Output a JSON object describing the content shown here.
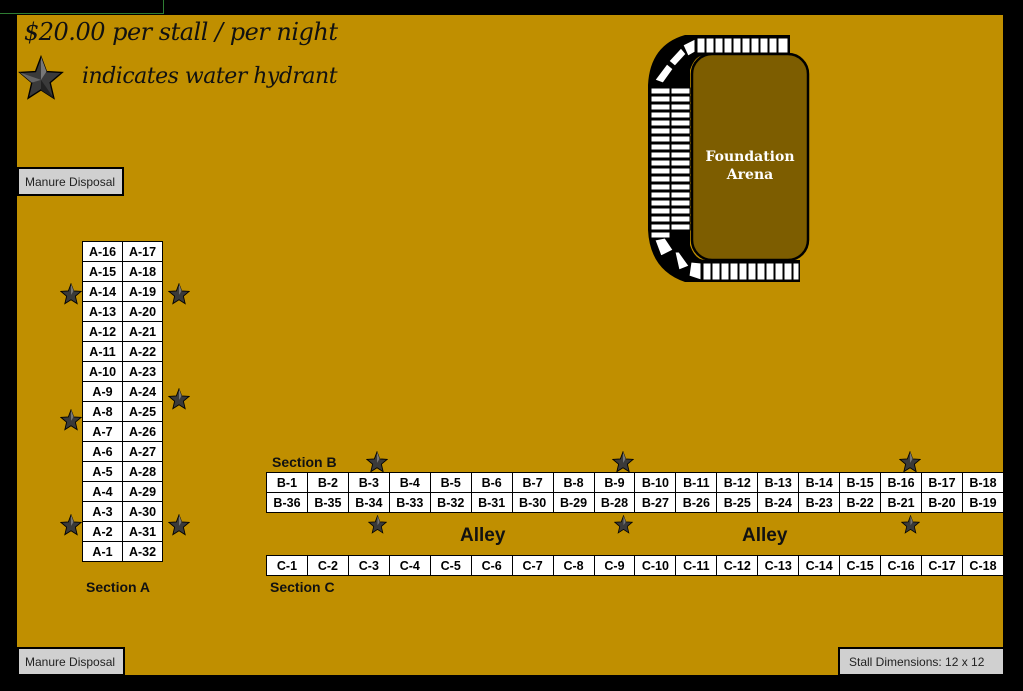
{
  "header": {
    "price": "$20.00 per stall / per night",
    "legend_text": "indicates water hydrant",
    "legend_icon": "star-icon"
  },
  "buttons": {
    "manure_top": "Manure Disposal",
    "manure_bottom": "Manure Disposal",
    "stall_dimensions": "Stall Dimensions: 12 x 12"
  },
  "arena": {
    "line1": "Foundation",
    "line2": "Arena"
  },
  "colors": {
    "ground": "#c08f00",
    "arena_fill": "#7d5d00",
    "stall": "#ffffff",
    "button": "#d0d0d0"
  },
  "section_a": {
    "label": "Section A",
    "rows": [
      [
        "A-16",
        "A-17"
      ],
      [
        "A-15",
        "A-18"
      ],
      [
        "A-14",
        "A-19"
      ],
      [
        "A-13",
        "A-20"
      ],
      [
        "A-12",
        "A-21"
      ],
      [
        "A-11",
        "A-22"
      ],
      [
        "A-10",
        "A-23"
      ],
      [
        "A-9",
        "A-24"
      ],
      [
        "A-8",
        "A-25"
      ],
      [
        "A-7",
        "A-26"
      ],
      [
        "A-6",
        "A-27"
      ],
      [
        "A-5",
        "A-28"
      ],
      [
        "A-4",
        "A-29"
      ],
      [
        "A-3",
        "A-30"
      ],
      [
        "A-2",
        "A-31"
      ],
      [
        "A-1",
        "A-32"
      ]
    ]
  },
  "section_b": {
    "label": "Section B",
    "row1": [
      "B-1",
      "B-2",
      "B-3",
      "B-4",
      "B-5",
      "B-6",
      "B-7",
      "B-8",
      "B-9",
      "B-10",
      "B-11",
      "B-12",
      "B-13",
      "B-14",
      "B-15",
      "B-16",
      "B-17",
      "B-18"
    ],
    "row2": [
      "B-36",
      "B-35",
      "B-34",
      "B-33",
      "B-32",
      "B-31",
      "B-30",
      "B-29",
      "B-28",
      "B-27",
      "B-26",
      "B-25",
      "B-24",
      "B-23",
      "B-22",
      "B-21",
      "B-20",
      "B-19"
    ]
  },
  "section_c": {
    "label": "Section C",
    "row1": [
      "C-1",
      "C-2",
      "C-3",
      "C-4",
      "C-5",
      "C-6",
      "C-7",
      "C-8",
      "C-9",
      "C-10",
      "C-11",
      "C-12",
      "C-13",
      "C-14",
      "C-15",
      "C-16",
      "C-17",
      "C-18"
    ]
  },
  "alleys": [
    "Alley",
    "Alley"
  ]
}
